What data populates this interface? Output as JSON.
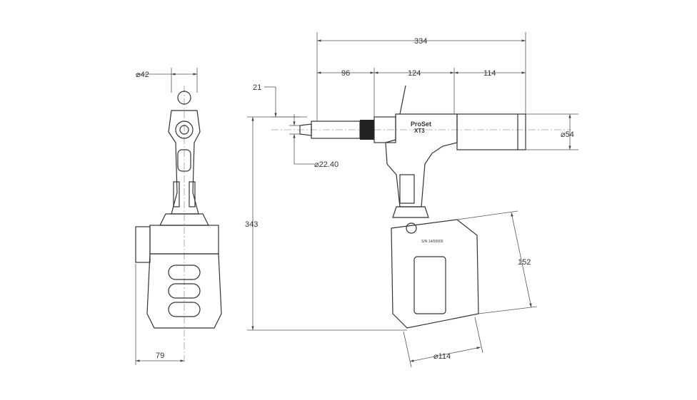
{
  "dimensions": {
    "front_top_diameter": "⌀42",
    "front_width": "79",
    "overall_height": "343",
    "nose_offset": "21",
    "nose_diameter": "⌀22.40",
    "overall_length": "334",
    "segment_1": "96",
    "segment_2": "124",
    "segment_3": "114",
    "cylinder_diameter": "⌀54",
    "reservoir_height": "152",
    "reservoir_diameter": "⌀114"
  },
  "labels": {
    "brand": "ProSet",
    "model": "XT3",
    "serial": "S/N 14/00000"
  }
}
